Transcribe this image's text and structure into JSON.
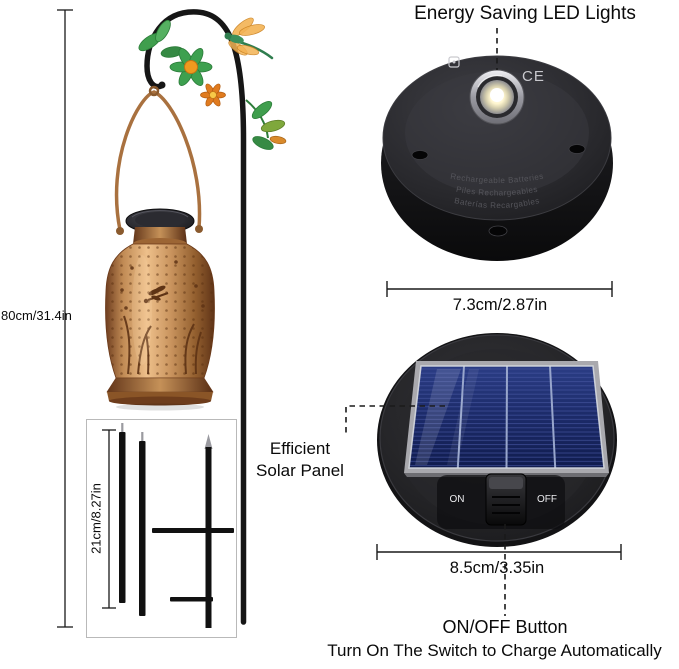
{
  "callouts": {
    "led": "Energy Saving LED Lights",
    "solar_panel_line1": "Efficient",
    "solar_panel_line2": "Solar Panel",
    "switch_button": "ON/OFF Button",
    "instruction": "Turn On The Switch to Charge Automatically"
  },
  "dimensions": {
    "hook_height": "80cm/31.4in",
    "pole_segment": "21cm/8.27in",
    "led_disc_diameter": "7.3cm/2.87in",
    "solar_disc_diameter": "8.5cm/3.35in"
  },
  "led_disc": {
    "ce_mark": "CE",
    "engraving_line1": "Rechargeable Batteries",
    "engraving_line2": "Piles Rechargeables",
    "engraving_line3": "Baterías Recargables"
  },
  "solar_disc": {
    "on_label": "ON",
    "off_label": "OFF"
  },
  "colors": {
    "copper": "#c08a54",
    "solar_panel_blue": "#1d2c6b",
    "disc_black": "#1c1c1f",
    "leaf_green": "#3da04f",
    "amber": "#f3b354"
  }
}
